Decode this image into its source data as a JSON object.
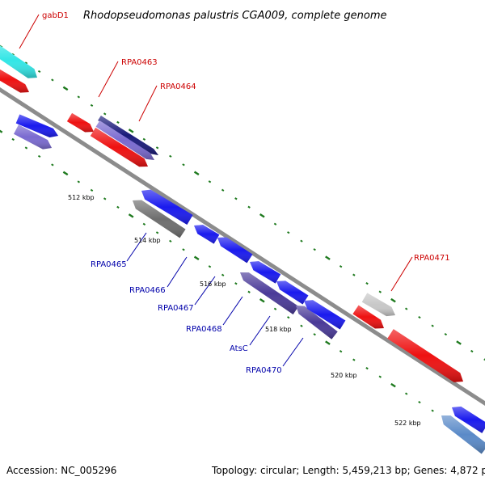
{
  "title": "Rhodopseudomonas palustris CGA009, complete genome",
  "footer": {
    "accession": "Accession: NC_005296",
    "topology": "Topology: circular; Length: 5,459,213 bp; Genes: 4,872 p"
  },
  "ticks": [
    "512 kbp",
    "514 kbp",
    "516 kbp",
    "518 kbp",
    "520 kbp",
    "522 kbp"
  ],
  "colors": {
    "backbone": "#8c8c8c",
    "tick": "#1e7a1e",
    "label_red": "#cc0000",
    "label_blue": "#0000aa"
  },
  "genes": [
    {
      "label": "gabD1",
      "strand": "forward",
      "color": "#33e6e6"
    },
    {
      "label": "",
      "strand": "forward",
      "color": "#ee1111"
    },
    {
      "label": "RPA0463",
      "strand": "forward",
      "color": "#ee1111"
    },
    {
      "label": "RPA0464",
      "strand": "forward",
      "color": "#1a1a7a"
    },
    {
      "label": "",
      "strand": "forward",
      "color": "#7a6ad0"
    },
    {
      "label": "",
      "strand": "forward",
      "color": "#ee1111"
    },
    {
      "label": "",
      "strand": "forward",
      "color": "#1a1aee"
    },
    {
      "label": "",
      "strand": "forward",
      "color": "#7a6ad0"
    },
    {
      "label": "RPA0465",
      "strand": "reverse",
      "color": "#1a1aee"
    },
    {
      "label": "",
      "strand": "reverse",
      "color": "#6e6e6e"
    },
    {
      "label": "RPA0466",
      "strand": "reverse",
      "color": "#1a1aee"
    },
    {
      "label": "RPA0467",
      "strand": "reverse",
      "color": "#1a1aee"
    },
    {
      "label": "RPA0468",
      "strand": "reverse",
      "color": "#1a1aee"
    },
    {
      "label": "AtsC",
      "strand": "reverse",
      "color": "#4a3a98"
    },
    {
      "label": "",
      "strand": "reverse",
      "color": "#1a1aee"
    },
    {
      "label": "RPA0470",
      "strand": "reverse",
      "color": "#4a3a98"
    },
    {
      "label": "RPA0471",
      "strand": "forward",
      "color": "#c8c8c8"
    },
    {
      "label": "",
      "strand": "forward",
      "color": "#ee1111"
    },
    {
      "label": "",
      "strand": "forward",
      "color": "#ee1111"
    },
    {
      "label": "",
      "strand": "reverse",
      "color": "#1a1aee"
    },
    {
      "label": "",
      "strand": "reverse",
      "color": "#5a8ac8"
    }
  ]
}
